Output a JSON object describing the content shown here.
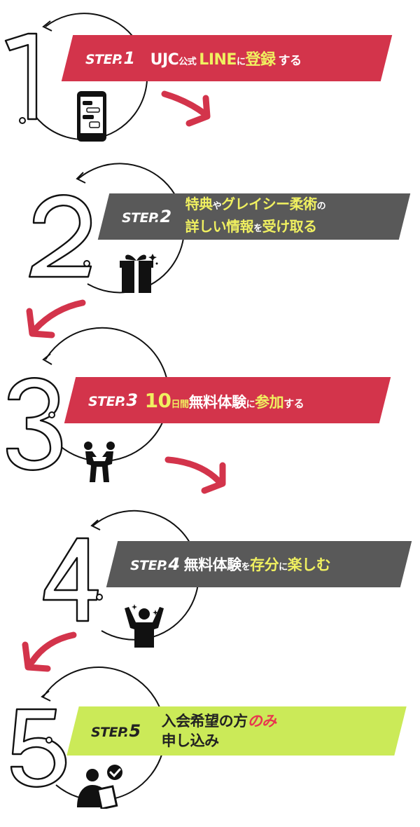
{
  "steps": [
    {
      "step_prefix": "STEP.",
      "step_no": "1",
      "text_parts": [
        "UJC",
        "公式",
        "LINE",
        "に",
        "登録",
        "する"
      ],
      "icon": "smartphone-chat-icon",
      "color": "#d3344b"
    },
    {
      "step_prefix": "STEP.",
      "step_no": "2",
      "line1_parts": [
        "特典",
        "や",
        "グレイシー柔術",
        "の"
      ],
      "line2_parts": [
        "詳しい",
        "情報",
        "を",
        "受け取る"
      ],
      "icon": "gift-box-icon",
      "color": "#595959"
    },
    {
      "step_prefix": "STEP.",
      "step_no": "3",
      "text_parts": [
        "10",
        "日間",
        "無料体験",
        "に",
        "参加",
        "する"
      ],
      "icon": "grappling-people-icon",
      "color": "#d3344b"
    },
    {
      "step_prefix": "STEP.",
      "step_no": "4",
      "text_parts": [
        "無料体験",
        "を",
        "存分",
        "に",
        "楽しむ"
      ],
      "icon": "celebrating-person-icon",
      "color": "#595959"
    },
    {
      "step_prefix": "STEP.",
      "step_no": "5",
      "line1_parts": [
        "入会希望の方",
        "のみ"
      ],
      "line2": "申し込み",
      "icon": "person-clipboard-check-icon",
      "color": "#cbea58"
    }
  ],
  "accent_red": "#d3344b",
  "icon_names": [
    "step-arrow-icon",
    "circle-arrowhead-icon"
  ]
}
